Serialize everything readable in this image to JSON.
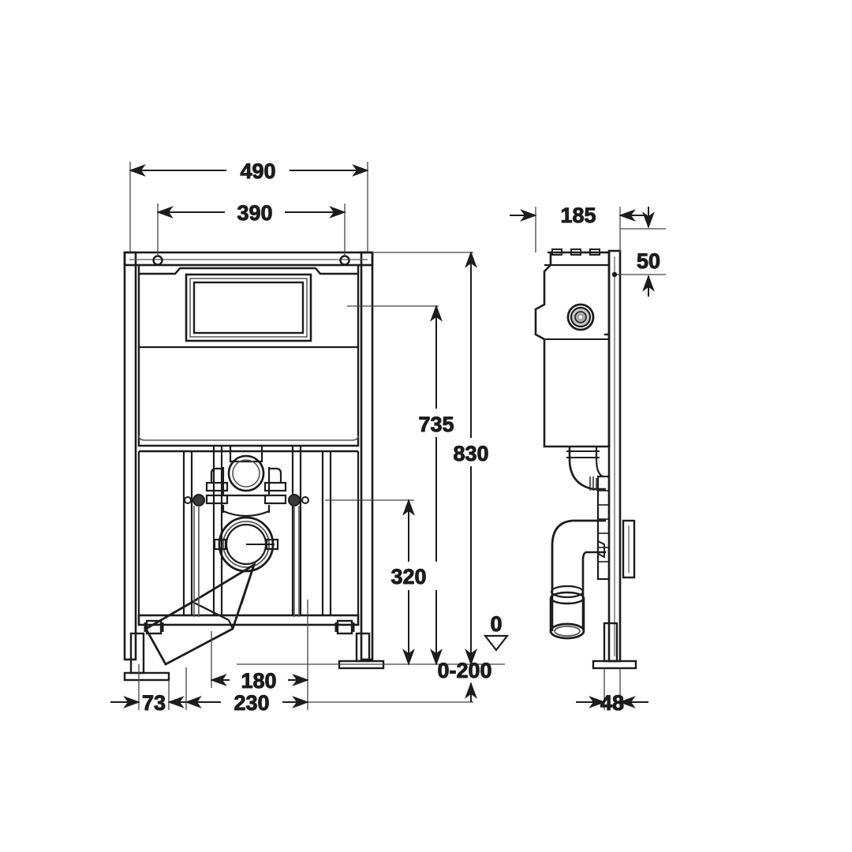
{
  "drawing": {
    "type": "engineering-dimensioned-drawing",
    "subject": "Concealed WC cistern installation frame",
    "units": "mm",
    "background_color": "#ffffff",
    "line_color": "#1c1c1c",
    "thin_line_color": "#555555",
    "views": [
      {
        "id": "front-elevation",
        "label": ""
      },
      {
        "id": "side-elevation",
        "label": ""
      }
    ],
    "dimensions": {
      "width_overall": "490",
      "width_inner": "390",
      "height_overall": "830",
      "height_cistern_top": "735",
      "height_waste_outlet": "320",
      "height_adjust_range": "0-200",
      "offset_left_foot": "73",
      "offset_pipe_center": "230",
      "offset_pipe_inner": "180",
      "depth_overall": "185",
      "depth_top_offset": "50",
      "depth_foot": "48",
      "datum_label": "0"
    }
  }
}
